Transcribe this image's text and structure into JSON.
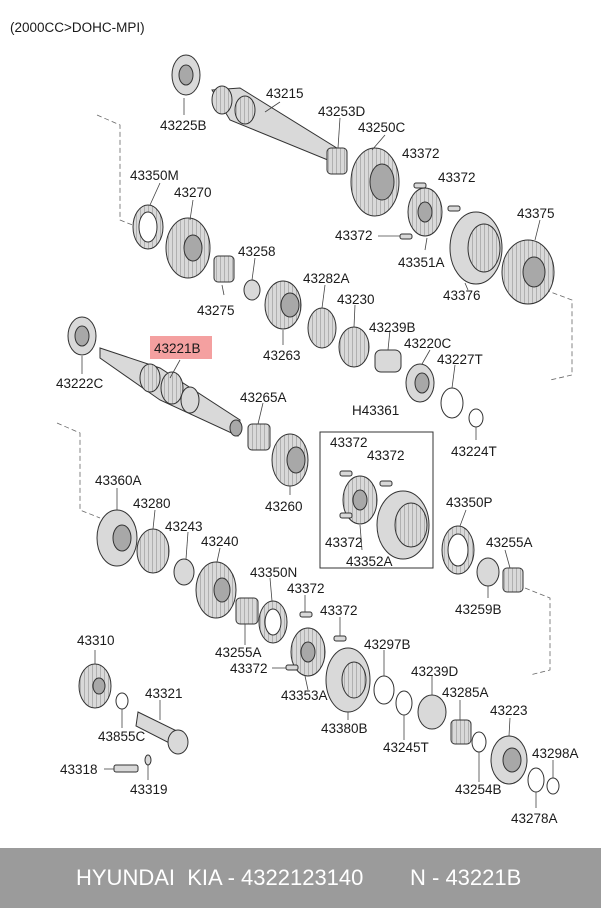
{
  "header": {
    "engine_note": "(2000CC>DOHC-MPI)"
  },
  "footer": {
    "part_number_text": "HYUNDAI  KIA - 4322123140",
    "ref_text": "N - 43221B"
  },
  "highlight": {
    "part_ref": "43221B",
    "color": "#f4a0a0"
  },
  "colors": {
    "part_fill": "#d9d9d9",
    "part_dark": "#a8a8a8",
    "footer_bg": "#9b9b9b"
  },
  "labels": {
    "l43225B": "43225B",
    "l43215": "43215",
    "l43253D": "43253D",
    "l43250C": "43250C",
    "l43372a": "43372",
    "l43372b": "43372",
    "l43372c": "43372",
    "l43350M": "43350M",
    "l43270": "43270",
    "l43351A": "43351A",
    "l43375": "43375",
    "l43258": "43258",
    "l43376": "43376",
    "l43282A": "43282A",
    "l43275": "43275",
    "l43230": "43230",
    "l43263": "43263",
    "l43239B": "43239B",
    "l43221B": "43221B",
    "l43220C": "43220C",
    "l43222C": "43222C",
    "l43227T": "43227T",
    "l43265A": "43265A",
    "lH43361": "H43361",
    "l43224T": "43224T",
    "l43372d": "43372",
    "l43372e": "43372",
    "l43260": "43260",
    "l43360A": "43360A",
    "l43280": "43280",
    "l43350P": "43350P",
    "l43243": "43243",
    "l43372f": "43372",
    "l43240": "43240",
    "l43352A": "43352A",
    "l43255A": "43255A",
    "l43259B": "43259B",
    "l43350N": "43350N",
    "l43372g": "43372",
    "l43372h": "43372",
    "l43310": "43310",
    "l43255A2": "43255A",
    "l43297B": "43297B",
    "l43372i": "43372",
    "l43239D": "43239D",
    "l43353A": "43353A",
    "l43321": "43321",
    "l43285A": "43285A",
    "l43380B": "43380B",
    "l43223": "43223",
    "l43855C": "43855C",
    "l43245T": "43245T",
    "l43298A": "43298A",
    "l43318": "43318",
    "l43254B": "43254B",
    "l43319": "43319",
    "l43278A": "43278A"
  }
}
